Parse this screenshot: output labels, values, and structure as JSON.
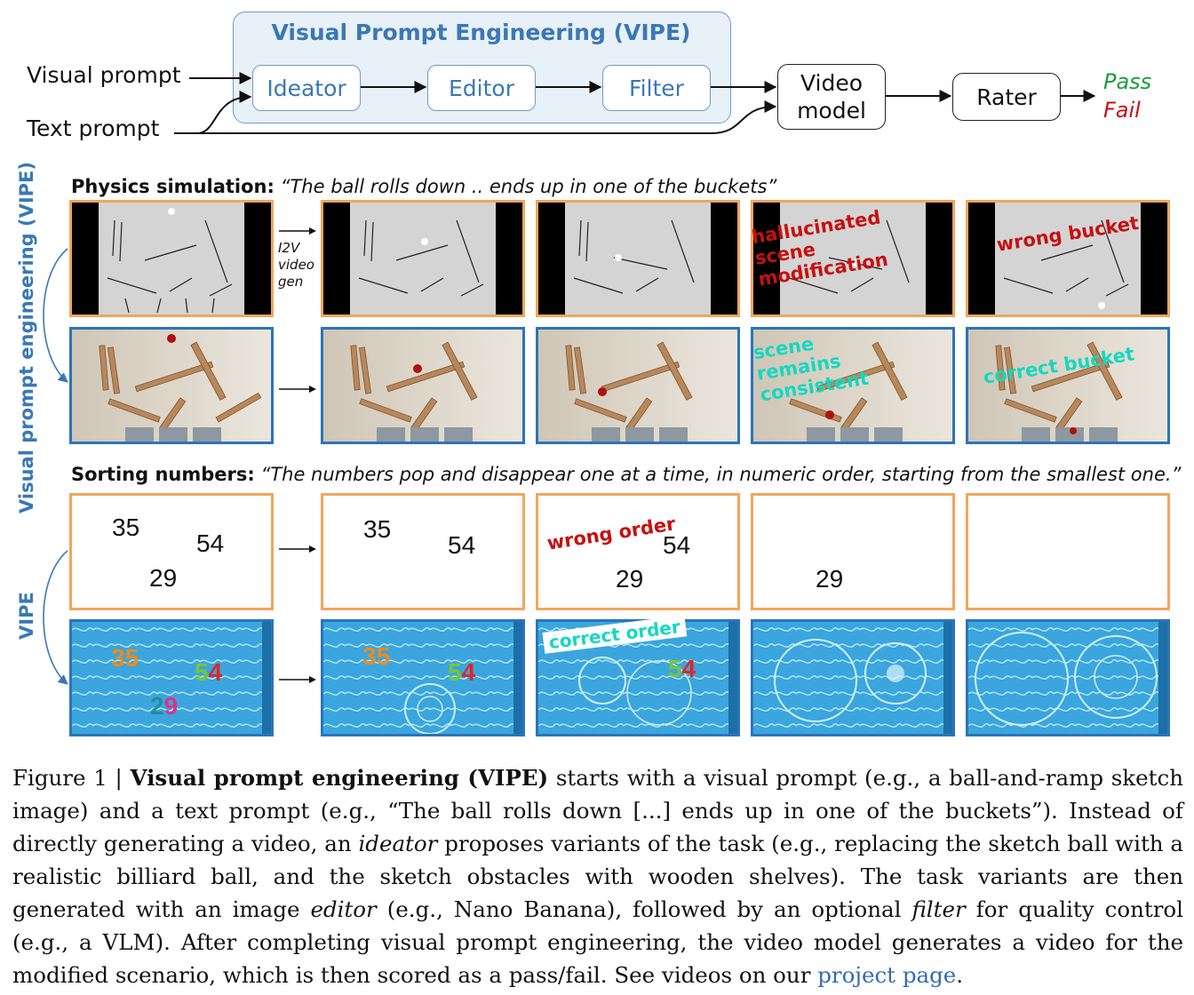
{
  "pipeline": {
    "vipe_title": "Visual Prompt Engineering (VIPE)",
    "visual_prompt": "Visual prompt",
    "text_prompt": "Text prompt",
    "ideator": "Ideator",
    "editor": "Editor",
    "filter": "Filter",
    "video_model": "Video model",
    "rater": "Rater",
    "pass": "Pass",
    "fail": "Fail"
  },
  "physics": {
    "title": "Physics simulation:",
    "quote": "“The ball rolls down .. ends up in one of the buckets”",
    "side_label": "Visual prompt engineering (VIPE)",
    "i2v": [
      "I2V",
      "video",
      "gen"
    ],
    "note_hallucinated": "hallucinated scene modification",
    "note_wrong_bucket": "wrong bucket",
    "note_consistent": "scene remains consistent",
    "note_correct_bucket": "correct bucket"
  },
  "sorting": {
    "title": "Sorting numbers:",
    "quote": "“The numbers pop and disappear one at a time, in numeric order, starting from the smallest one.”",
    "side_label": "VIPE",
    "n35": "35",
    "n54": "54",
    "n29": "29",
    "note_wrong_order": "wrong order",
    "note_correct_order": "correct order"
  },
  "caption": {
    "label": "Figure 1 |",
    "bold": "Visual prompt engineering (VIPE)",
    "t1": " starts with a visual prompt (e.g., a ball-and-ramp sketch image) and a text prompt (e.g., “The ball rolls down [...] ends up in one of the buckets”). Instead of directly generating a video, an ",
    "ideator": "ideator",
    "t2": " proposes variants of the task (e.g., replacing the sketch ball with a realistic billiard ball, and the sketch obstacles with wooden shelves). The task variants are then generated with an image ",
    "editor": "editor",
    "t3": " (e.g., Nano Banana), followed by an optional ",
    "filter": "filter",
    "t4": " for quality control (e.g., a VLM). After completing visual prompt engineering, the video model generates a video for the modified scenario, which is then scored as a pass/fail. See videos on our ",
    "link": "project page",
    "t5": "."
  },
  "colors": {
    "vipe_blue": "#3a78b5",
    "pass_green": "#1a9e3a",
    "fail_red": "#c81010",
    "frame_orange": "#f2a65a",
    "frame_blue": "#2b74bd"
  }
}
